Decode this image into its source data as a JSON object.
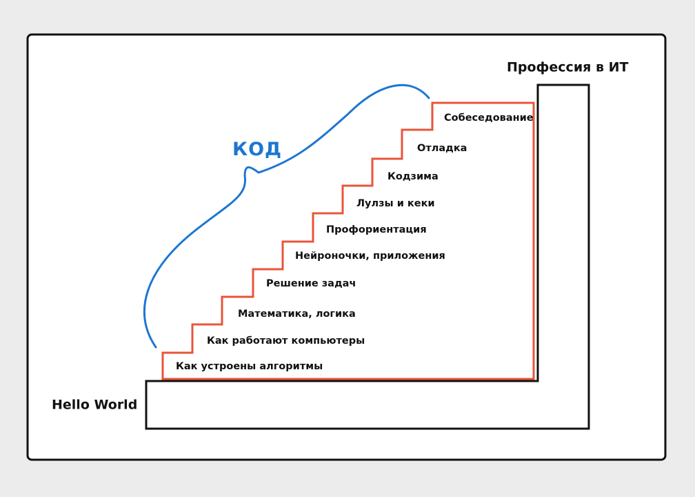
{
  "diagram": {
    "start_label": "Hello World",
    "end_label": "Профессия в ИТ",
    "brace_label": "КОД",
    "steps": [
      {
        "label": "Как устроены алгоритмы"
      },
      {
        "label": "Как работают компьютеры"
      },
      {
        "label": "Математика, логика"
      },
      {
        "label": "Решение задач"
      },
      {
        "label": "Нейроночки, приложения"
      },
      {
        "label": "Профориентация"
      },
      {
        "label": "Лулзы и кеки"
      },
      {
        "label": "Кодзима"
      },
      {
        "label": "Отладка"
      },
      {
        "label": "Собеседование"
      }
    ],
    "colors": {
      "background": "#ececec",
      "panel": "#ffffff",
      "outline": "#111111",
      "stairs": "#e8553a",
      "brace": "#1c76d2"
    }
  }
}
